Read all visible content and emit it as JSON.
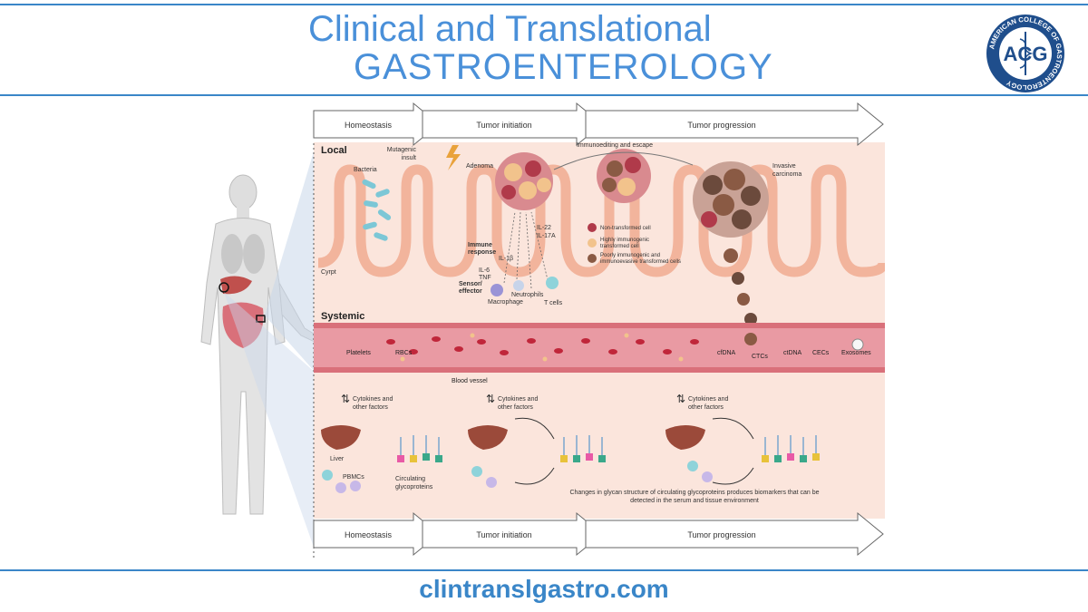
{
  "header": {
    "title_line1": "Clinical and Translational",
    "title_line2": "GASTROENTEROLOGY",
    "logo": {
      "ring_text": "AMERICAN COLLEGE OF GASTROENTEROLOGY",
      "monogram": "ACG"
    }
  },
  "footer": {
    "url": "clintranslgastro.com"
  },
  "figure": {
    "stages_top": [
      "Homeostasis",
      "Tumor initiation",
      "Tumor progression"
    ],
    "stages_bottom": [
      "Homeostasis",
      "Tumor initiation",
      "Tumor progression"
    ],
    "sections": {
      "local": "Local",
      "systemic": "Systemic"
    },
    "local_labels": {
      "mutagenic": [
        "Mutagenic",
        "insult"
      ],
      "immunoediting": "Immunoediting and escape",
      "bacteria": "Bacteria",
      "adenoma": "Adenoma",
      "invasive": [
        "Invasive",
        "carcinoma"
      ],
      "crypt": "Cyrpt",
      "immune_response": [
        "Immune",
        "response"
      ],
      "sensor": [
        "Sensor/",
        "effector"
      ],
      "il22": "IL-22",
      "il17a": "IL-17A",
      "il1b": "IL-1β",
      "il6": "IL-6",
      "tnf": "TNF",
      "macrophage": "Macrophage",
      "neutrophils": "Neutrophils",
      "tcells": "T cells"
    },
    "cell_legend": [
      {
        "label": [
          "Non-transformed cell"
        ],
        "color": "#b03a4a"
      },
      {
        "label": [
          "Highly immunogenic",
          "transformed cell"
        ],
        "color": "#f2c38c"
      },
      {
        "label": [
          "Poorly immunogenic and",
          "immunoevasive transformed cells"
        ],
        "color": "#8a5a44"
      }
    ],
    "vessel_labels": {
      "platelets": "Platelets",
      "rbcs": "RBCs",
      "cfdna": "cfDNA",
      "ctcs": "CTCs",
      "ctdna": "ctDNA",
      "cecs": "CECs",
      "exosomes": "Exosomes",
      "blood_vessel": "Blood vessel"
    },
    "systemic_labels": {
      "cytokines": [
        "Cytokines and",
        "other factors"
      ],
      "liver": "Liver",
      "pbmcs": "PBMCs",
      "circulating": [
        "Circulating",
        "glycoproteins"
      ],
      "glycan_note": [
        "Changes in glycan structure of circulating glycoproteins produces biomarkers that can be",
        "detected in the serum and tissue environment"
      ]
    },
    "colors": {
      "accent_blue": "#3a86c8",
      "tissue": "#fbe5dc",
      "epithelium": "#f2b49c",
      "vessel": "#d9707a"
    }
  }
}
